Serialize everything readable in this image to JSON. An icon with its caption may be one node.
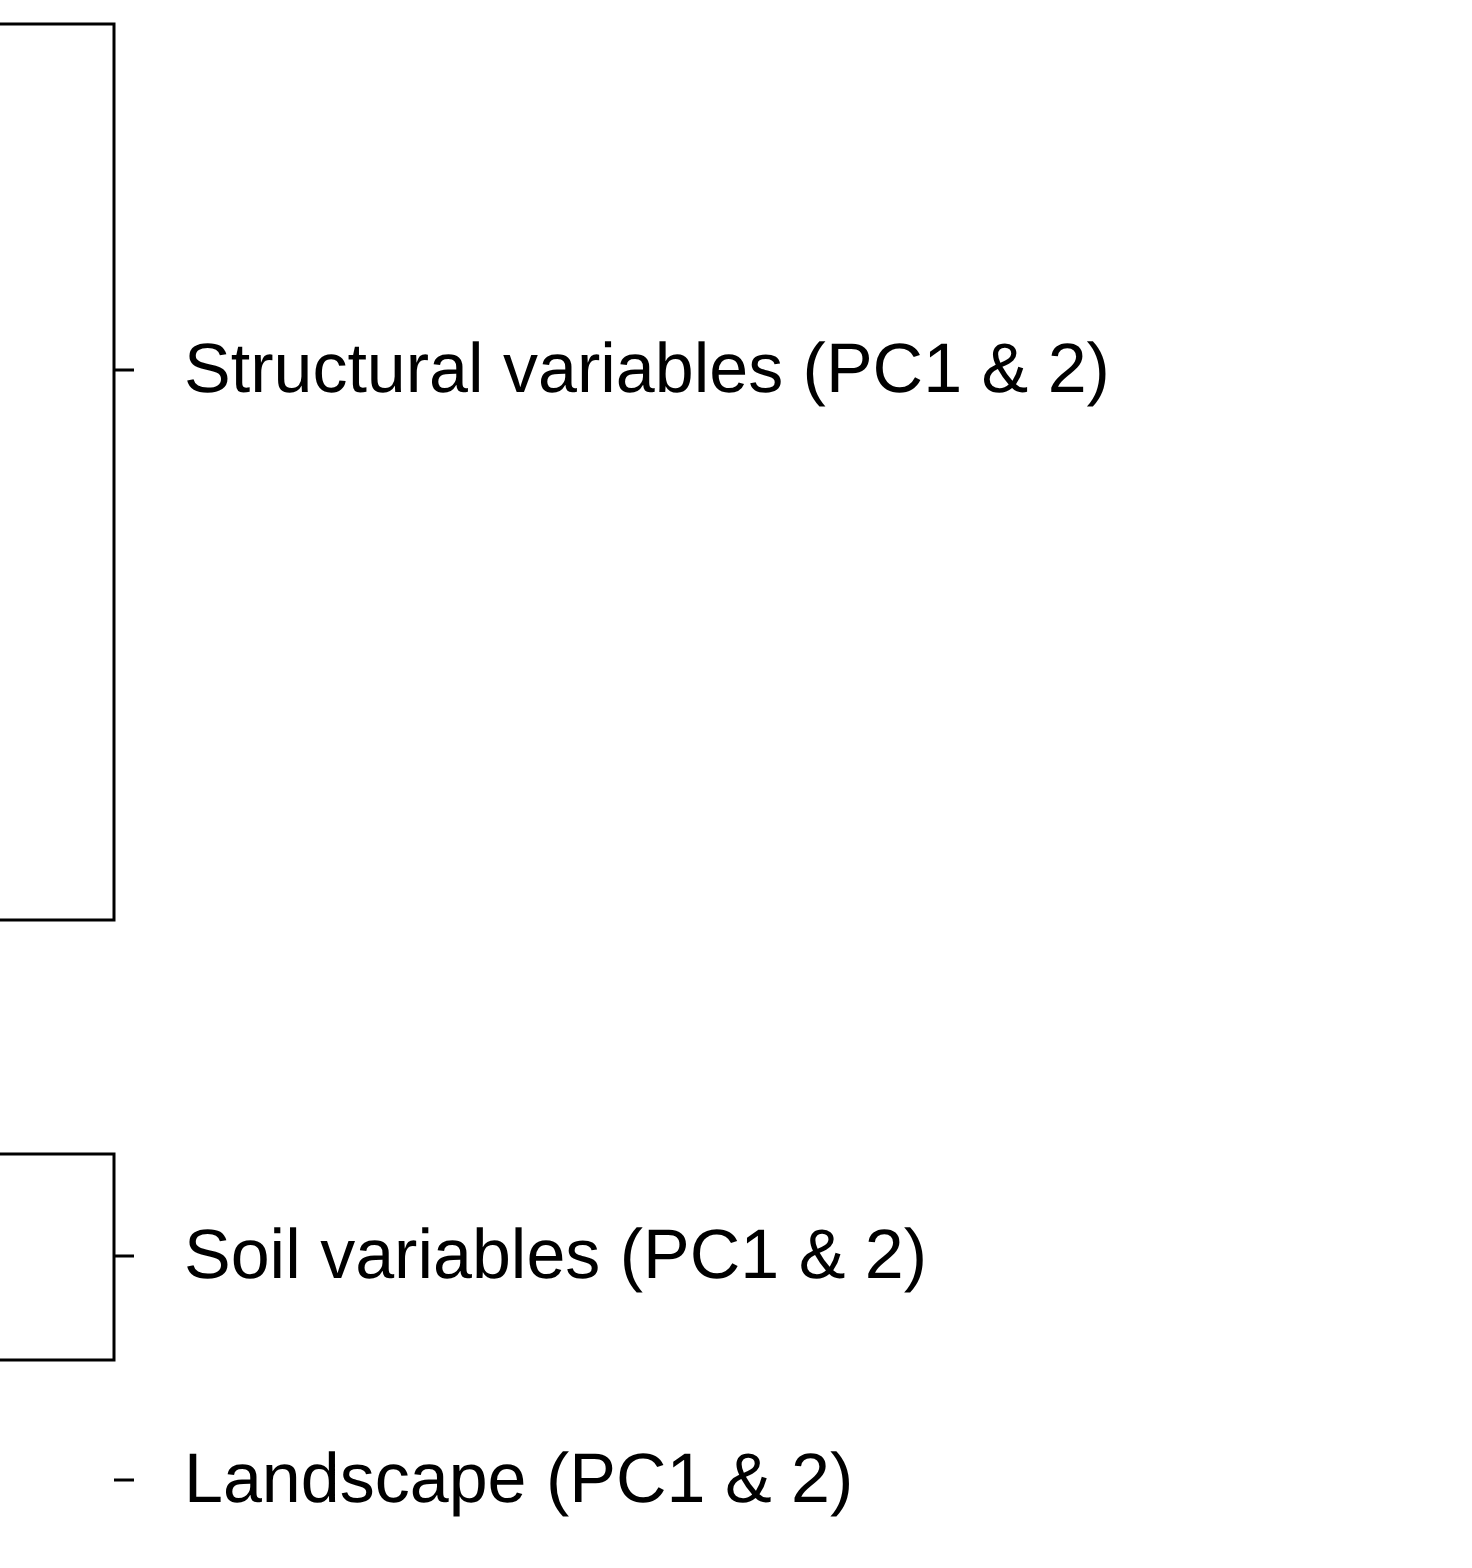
{
  "diagram": {
    "labels": [
      "Structural variables (PC1 & 2)",
      "Soil variables (PC1 & 2)",
      "Landscape (PC1 & 2)"
    ]
  }
}
